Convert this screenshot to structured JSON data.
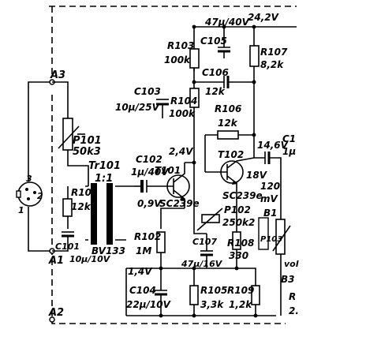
{
  "labels": {
    "a3": "A3",
    "a1": "A1",
    "a2": "A2",
    "b1": "B1",
    "b3": "B3",
    "pin3": "3",
    "pin1": "1",
    "pin2": "2",
    "p101_name": "P101",
    "p101_val": "50k3",
    "tr101_name": "Tr101",
    "tr101_ratio": "1:1",
    "tr101_type": "BV133",
    "r101_name": "R101",
    "r101_val": "12k",
    "c101_name": "C101",
    "c101_val": "10µ/10V",
    "c102_name": "C102",
    "c102_val": "1µ/40V",
    "v09": "0,9V",
    "c103_name": "C103",
    "c103_val": "10µ/25V",
    "r104_name": "R104",
    "r104_val": "100k",
    "r103_name": "R103",
    "r103_val": "100k",
    "c105_name": "C105",
    "c105_val": "47µ/40V",
    "v242": "24,2V",
    "r107_name": "R107",
    "r107_val": "8,2k",
    "c106_name": "C106",
    "c106_val": "12k",
    "r106_name": "R106",
    "r106_val": "12k",
    "t101_name": "T101",
    "t101_type": "SC239e",
    "v24": "2,4V",
    "t102_name": "T102",
    "t102_type": "SC239e",
    "v18": "18V",
    "v146": "14,6V",
    "mv120": "120",
    "mv": "mV",
    "c1x_name": "C1",
    "c1x_val": "1µ",
    "p102_name": "P102",
    "p102_val": "250k2",
    "r102_name": "R102",
    "r102_val": "1M",
    "c107_name": "C107",
    "c107_val": "47µ/16V",
    "r108_name": "R108",
    "r108_val": "330",
    "p103_name": "P103",
    "vol": "vol",
    "v14": "1,4V",
    "c104_name": "C104",
    "c104_val": "22µ/10V",
    "r105_name": "R105",
    "r105_val": "3,3k",
    "r109_name": "R109",
    "r109_val": "1,2k",
    "cut_r": "R",
    "cut_2": "2."
  }
}
